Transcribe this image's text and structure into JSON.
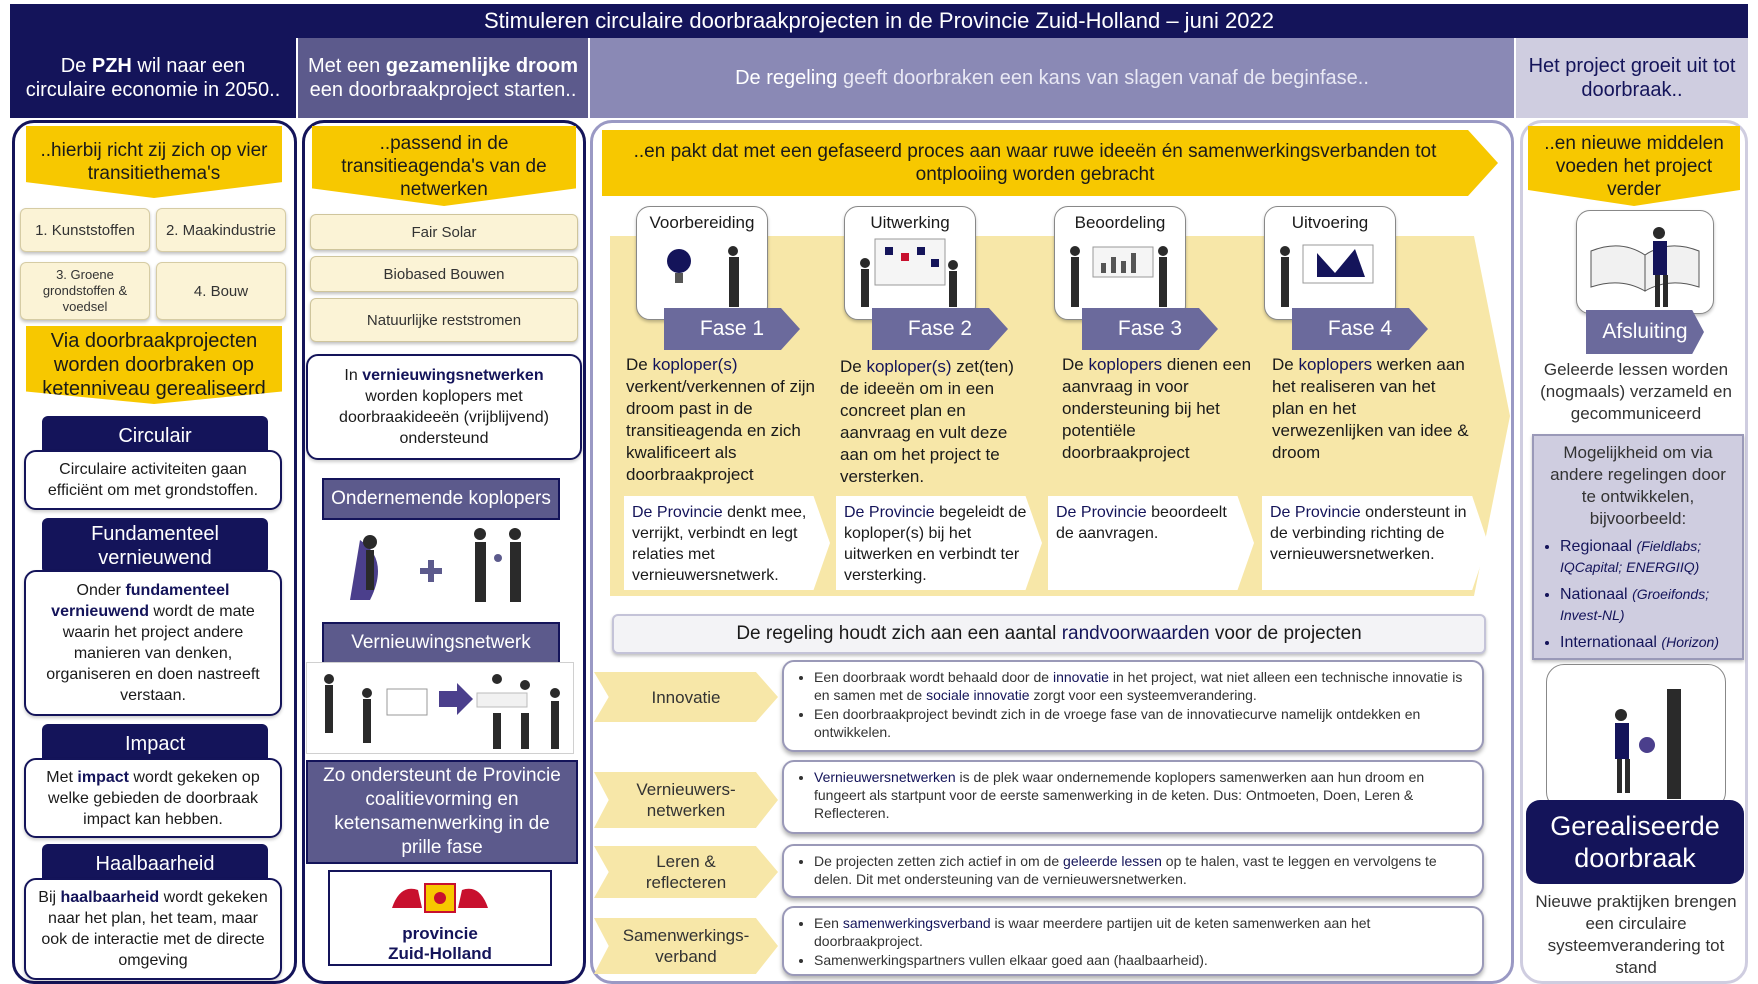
{
  "title": "Stimuleren circulaire doorbraakprojecten in de Provincie Zuid-Holland – juni 2022",
  "headers": {
    "col1": {
      "pre": "De ",
      "bold": "PZH",
      "post": " wil naar een circulaire economie in 2050.."
    },
    "col2": {
      "pre": "Met een ",
      "bold": "gezamenlijke droom",
      "post": " een doorbraakproject starten.."
    },
    "col3": {
      "bold": "De regeling",
      "post": " geeft doorbraken een kans van slagen vanaf de beginfase.."
    },
    "col4": {
      "pre": "Het project groeit uit tot ",
      "bold": "doorbraak.."
    }
  },
  "col1": {
    "banner": "..hierbij richt zij zich op vier transitiethema's",
    "themes": [
      "1. Kunststoffen",
      "2. Maakindustrie",
      "3. Groene grondstoffen & voedsel",
      "4. Bouw"
    ],
    "banner2": "Via doorbraakprojecten worden doorbraken op ketenniveau gerealiseerd",
    "criteria": [
      {
        "label": "Circulair",
        "desc": "Circulaire activiteiten gaan efficiënt om met grondstoffen."
      },
      {
        "label": "Fundamenteel vernieuwend",
        "desc_pre": "Onder ",
        "desc_bold": "fundamenteel vernieuwend",
        "desc_post": " wordt de mate waarin het project andere manieren van denken, organiseren en doen nastreeft verstaan."
      },
      {
        "label": "Impact",
        "desc_pre": "Met ",
        "desc_bold": "impact",
        "desc_post": " wordt gekeken op welke gebieden de doorbraak impact kan hebben."
      },
      {
        "label": "Haalbaarheid",
        "desc_pre": "Bij ",
        "desc_bold": "haalbaarheid",
        "desc_post": " wordt gekeken naar het plan, het team, maar ook de interactie met de directe omgeving"
      }
    ]
  },
  "col2": {
    "banner": "..passend in de transitieagenda's van de netwerken",
    "networks": [
      "Fair Solar",
      "Biobased Bouwen",
      "Natuurlijke reststromen"
    ],
    "info_pre": "In ",
    "info_bold": "vernieuwingsnetwerken",
    "info_post": " worden koplopers met doorbraakideeën (vrijblijvend) ondersteund",
    "label1": "Ondernemende koplopers",
    "label2": "Vernieuwingsnetwerk",
    "support": {
      "pre": "Zo ondersteunt de Provincie ",
      "b1": "coalitievorming",
      "mid": " en ",
      "b2": "ketensamenwerking",
      "post": " in de prille fase"
    },
    "logo": {
      "line1": "provincie",
      "line2": "Zuid-Holland"
    }
  },
  "col3": {
    "banner": "..en pakt dat met een gefaseerd proces aan waar ruwe ideeën én samenwerkingsverbanden tot ontplooiing worden gebracht",
    "phases": [
      {
        "card": "Voorbereiding",
        "label": "Fase 1",
        "text_pre": "De ",
        "text_bold": "koploper(s)",
        "text_post": " verkent/verkennen of zijn droom past in de transitieagenda en zich kwalificeert als doorbraakproject",
        "prov_bold": "De Provincie",
        "prov_post": " denkt mee, verrijkt, verbindt en legt relaties met vernieuwersnetwerk."
      },
      {
        "card": "Uitwerking",
        "label": "Fase 2",
        "text_pre": "De ",
        "text_bold": "koploper(s)",
        "text_post": " zet(ten) de ideeën om in een concreet plan en aanvraag en vult deze aan om het project te versterken.",
        "prov_bold": "De Provincie",
        "prov_post": " begeleidt de koploper(s) bij het uitwerken en verbindt ter versterking."
      },
      {
        "card": "Beoordeling",
        "label": "Fase 3",
        "text_pre": "De ",
        "text_bold": "koplopers",
        "text_post": " dienen een aanvraag in voor ondersteuning bij het potentiële doorbraakproject",
        "prov_bold": "De Provincie",
        "prov_post": " beoordeelt de aanvragen."
      },
      {
        "card": "Uitvoering",
        "label": "Fase 4",
        "text_pre": "De ",
        "text_bold": "koplopers",
        "text_post": " werken aan het realiseren van het plan en het verwezenlijken van idee & droom",
        "prov_bold": "De Provincie",
        "prov_post": " ondersteunt in de verbinding richting de vernieuwersnetwerken."
      }
    ],
    "conditions_title": {
      "pre": "De regeling houdt zich aan een aantal ",
      "bold": "randvoorwaarden",
      "post": " voor de projecten"
    },
    "conditions": [
      {
        "label": "Innovatie",
        "items": [
          {
            "pre": "Een doorbraak wordt behaald door de ",
            "bold": "innovatie",
            "post": " in het project, wat niet alleen een technische innovatie is en samen met de ",
            "bold2": "sociale innovatie",
            "post2": " zorgt voor een systeemverandering."
          },
          {
            "pre": "Een doorbraakproject bevindt zich in de vroege fase van de innovatiecurve namelijk ontdekken en ontwikkelen."
          }
        ]
      },
      {
        "label": "Vernieuwers-netwerken",
        "items": [
          {
            "bold": "Vernieuwersnetwerken",
            "post": " is de plek waar ondernemende koplopers samenwerken aan hun droom en fungeert als startpunt voor de eerste samenwerking in de keten. Dus: Ontmoeten, Doen, Leren & Reflecteren."
          }
        ]
      },
      {
        "label": "Leren & reflecteren",
        "items": [
          {
            "pre": "De projecten zetten zich actief in om de ",
            "bold": "geleerde lessen",
            "post": " op te halen, vast te leggen en vervolgens te delen. Dit met ondersteuning van de vernieuwersnetwerken."
          }
        ]
      },
      {
        "label": "Samenwerkings-verband",
        "items": [
          {
            "pre": "Een ",
            "bold": "samenwerkingsverband",
            "post": " is waar meerdere partijen uit de keten samenwerken aan het doorbraakproject."
          },
          {
            "pre": "Samenwerkingspartners vullen elkaar goed aan (haalbaarheid)."
          }
        ]
      }
    ]
  },
  "col4": {
    "banner": "..en nieuwe middelen voeden het project verder",
    "label": "Afsluiting",
    "lessons": "Geleerde lessen worden (nogmaals) verzameld en gecommuniceerd",
    "other_intro": "Mogelijkheid om via andere regelingen door te ontwikkelen, bijvoorbeeld:",
    "other": [
      {
        "name": "Regionaal",
        "detail": "(Fieldlabs; IQCapital; ENERGIIQ)"
      },
      {
        "name": "Nationaal",
        "detail": "(Groeifonds; Invest-NL)"
      },
      {
        "name": "Internationaal",
        "detail": "(Horizon)"
      }
    ],
    "result": "Gerealiseerde doorbraak",
    "result_desc": "Nieuwe praktijken brengen een circulaire systeemverandering tot stand"
  },
  "colors": {
    "navy": "#14145a",
    "purple": "#5c5a8c",
    "yellow": "#f7c800",
    "lavender": "#cfcde0",
    "cream": "#fbf3d6"
  }
}
